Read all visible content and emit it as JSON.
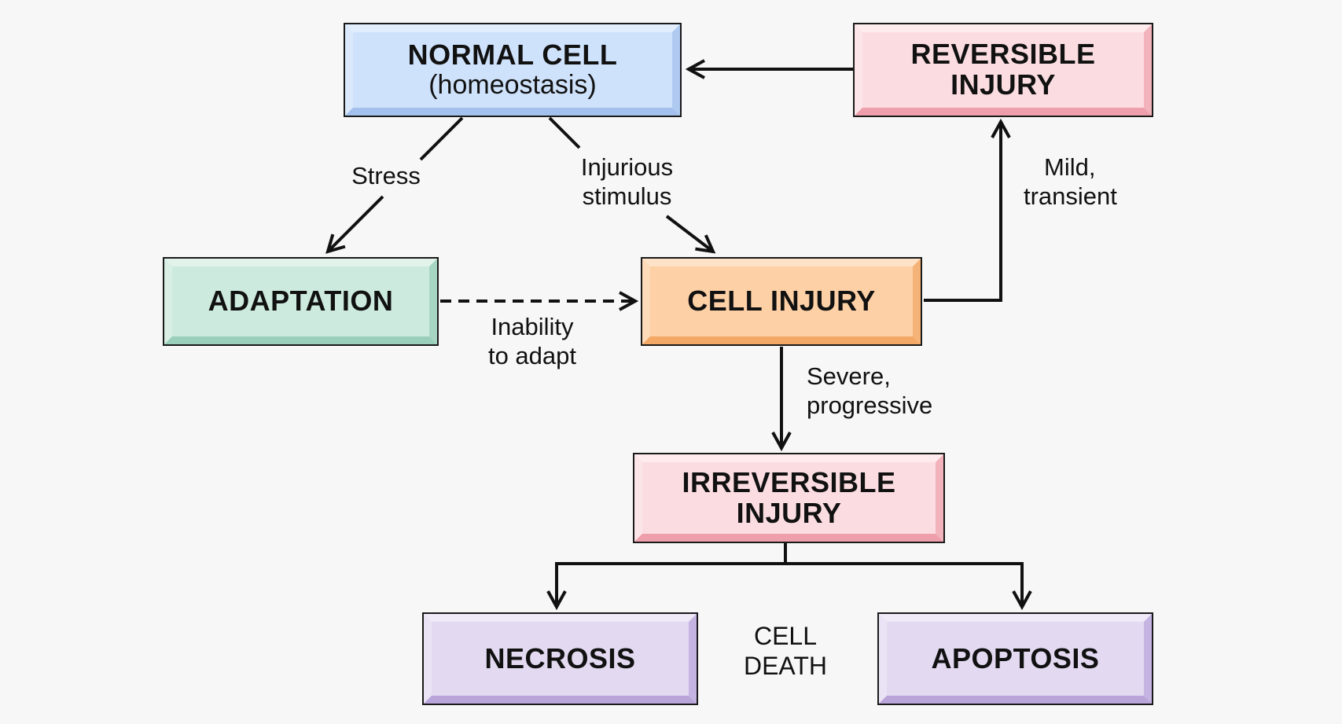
{
  "nodes": {
    "normal_cell": {
      "title": "NORMAL CELL",
      "subtitle": "(homeostasis)",
      "fill": "#cfe2fb",
      "edge": "#a9c6ee"
    },
    "reversible_injury": {
      "title_line1": "REVERSIBLE",
      "title_line2": "INJURY",
      "fill": "#fbdde1",
      "edge": "#f0a7b1"
    },
    "adaptation": {
      "title": "ADAPTATION",
      "fill": "#cdeadf",
      "edge": "#9dd0bd"
    },
    "cell_injury": {
      "title": "CELL INJURY",
      "fill": "#fdd0a6",
      "edge": "#f4ab6b"
    },
    "irreversible_injury": {
      "title_line1": "IRREVERSIBLE",
      "title_line2": "INJURY",
      "fill": "#fbdde1",
      "edge": "#f0a7b1"
    },
    "necrosis": {
      "title": "NECROSIS",
      "fill": "#e3d9f1",
      "edge": "#bda9dc"
    },
    "apoptosis": {
      "title": "APOPTOSIS",
      "fill": "#e3d9f1",
      "edge": "#bda9dc"
    }
  },
  "labels": {
    "stress": "Stress",
    "injurious_line1": "Injurious",
    "injurious_line2": "stimulus",
    "mild_line1": "Mild,",
    "mild_line2": "transient",
    "inability_line1": "Inability",
    "inability_line2": "to adapt",
    "severe_line1": "Severe,",
    "severe_line2": "progressive",
    "cell_death_line1": "CELL",
    "cell_death_line2": "DEATH"
  },
  "colors": {
    "arrow": "#111111",
    "background": "#f7f7f7"
  }
}
